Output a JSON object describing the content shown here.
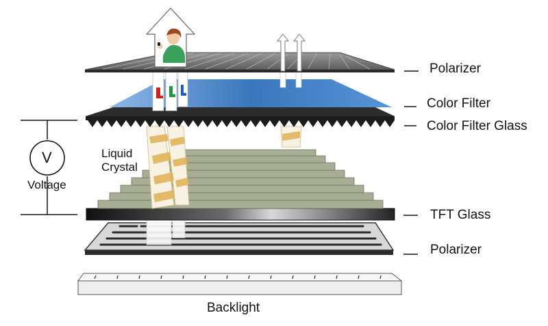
{
  "layers": [
    {
      "id": "polarizer_top",
      "label": "Polarizer"
    },
    {
      "id": "color_filter",
      "label": "Color Filter"
    },
    {
      "id": "color_filter_glass",
      "label": "Color Filter Glass"
    },
    {
      "id": "tft_glass",
      "label": "TFT Glass"
    },
    {
      "id": "polarizer_bottom",
      "label": "Polarizer"
    },
    {
      "id": "backlight",
      "label": "Backlight"
    }
  ],
  "liquid_crystal": {
    "line1": "Liquid",
    "line2": "Crystal"
  },
  "voltage": {
    "symbol": "V",
    "label": "Voltage"
  },
  "colors": {
    "polarizer": "#7d7d7d",
    "color_filter": "#3f7fc4",
    "glass": "#1c1c1c",
    "crystal_rows": "#a7ae93",
    "backlight": "#eeeeee",
    "crystal_twist": "#e7c98a"
  },
  "icons": [
    "viewer-illustration",
    "light-up-arrow-icon",
    "voltage-source-icon"
  ]
}
